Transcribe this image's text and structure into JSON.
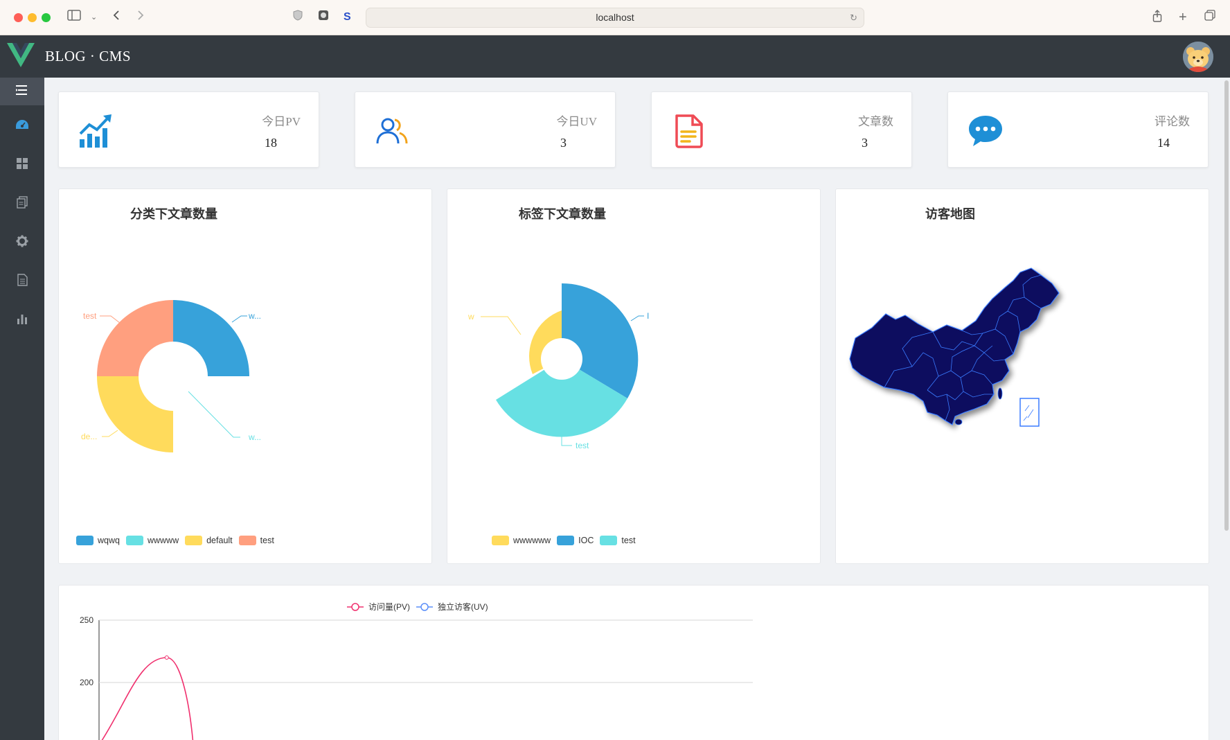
{
  "browser": {
    "url": "localhost"
  },
  "header": {
    "brand": "BLOG · CMS"
  },
  "sidebar": {
    "items": [
      {
        "icon": "menu-toggle-icon",
        "active": true
      },
      {
        "icon": "dashboard-icon",
        "active": false
      },
      {
        "icon": "grid-icon",
        "active": false
      },
      {
        "icon": "articles-icon",
        "active": false
      },
      {
        "icon": "gear-icon",
        "active": false
      },
      {
        "icon": "document-icon",
        "active": false
      },
      {
        "icon": "bar-chart-icon",
        "active": false
      }
    ]
  },
  "stats": [
    {
      "label": "今日PV",
      "value": "18",
      "icon": "trend-chart-icon",
      "color": "#1e8fd6"
    },
    {
      "label": "今日UV",
      "value": "3",
      "icon": "users-icon",
      "color": "#1e6fd6"
    },
    {
      "label": "文章数",
      "value": "3",
      "icon": "file-text-icon",
      "color": "#ef4b55"
    },
    {
      "label": "评论数",
      "value": "14",
      "icon": "chat-bubble-icon",
      "color": "#1e8fd6"
    }
  ],
  "panels": {
    "category": {
      "title": "分类下文章数量"
    },
    "tag": {
      "title": "标签下文章数量"
    },
    "map": {
      "title": "访客地图"
    }
  },
  "chart_data": [
    {
      "type": "pie",
      "variant": "rose",
      "title": "分类下文章数量",
      "categories": [
        "wqwq",
        "wwwww",
        "default",
        "test"
      ],
      "values": [
        1,
        0,
        1,
        1
      ],
      "slice_labels": [
        "w...",
        "w...",
        "de...",
        "test"
      ],
      "colors": [
        "#37a2da",
        "#67e0e3",
        "#ffdb5c",
        "#ff9f7f"
      ],
      "legend": "bottom"
    },
    {
      "type": "pie",
      "variant": "rose",
      "title": "标签下文章数量",
      "categories": [
        "wwwwww",
        "IOC",
        "test"
      ],
      "values": [
        1,
        2,
        2
      ],
      "slice_labels": [
        "w",
        "I",
        "test"
      ],
      "colors": [
        "#ffdb5c",
        "#37a2da",
        "#67e0e3"
      ],
      "legend": "bottom"
    },
    {
      "type": "line",
      "smooth": true,
      "series": [
        {
          "name": "访问量(PV)",
          "color": "#f0306e",
          "points": [
            [
              0,
              150
            ],
            [
              1.15,
              220
            ],
            [
              1.6,
              150
            ]
          ]
        },
        {
          "name": "独立访客(UV)",
          "color": "#5b8ff9",
          "points": []
        }
      ],
      "yticks": [
        200,
        250
      ],
      "ylim": [
        150,
        250
      ],
      "grid": true,
      "legend": "top"
    }
  ]
}
